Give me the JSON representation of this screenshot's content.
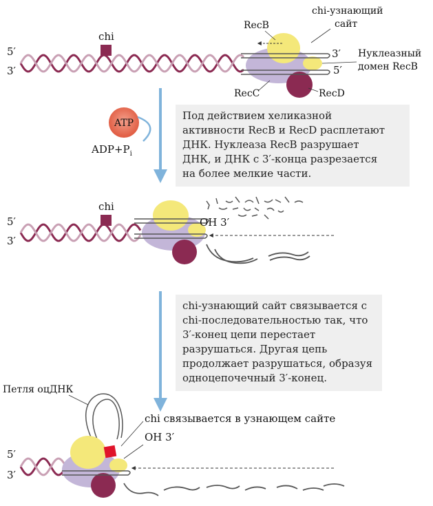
{
  "labels": {
    "five_prime": "5′",
    "three_prime": "3′",
    "chi": "chi",
    "recb": "RecB",
    "recc": "RecC",
    "recd": "RecD",
    "chi_site_line1": "chi-узнающий",
    "chi_site_line2": "сайт",
    "nuclease_line1": "Нуклеазный",
    "nuclease_line2": "домен RecB",
    "atp": "ATP",
    "adp": "ADP+P",
    "adp_sub": "i",
    "oh3": "OH 3′",
    "loop": "Петля оцДНК",
    "chi_bound": "chi связывается в узнающем сайте"
  },
  "captions": {
    "step1": [
      "Под действием хеликазной",
      "активности RecB и RecD расплетают",
      "ДНК. Нуклеаза RecB разрушает",
      "ДНК, и ДНК с 3′-конца разрезается",
      "на более мелкие части."
    ],
    "step2": [
      "chi-узнающий сайт связывается с",
      "chi-последовательностью так, что",
      "3′-конец цепи перестает",
      "разрушаться. Другая цепь",
      "продолжает разрушаться, образуя",
      "одноцепочечный 3′-конец."
    ]
  },
  "colors": {
    "dna": "#8b2a52",
    "dna_light": "#c9a0b4",
    "arrow": "#7fb3db",
    "recb": "#f4e87a",
    "recc": "#c3b6d8",
    "recd": "#8b2a52",
    "chi": "#8b2a52",
    "chi_bound": "#e0142a",
    "atp": "#e86f55",
    "caption_bg": "#efefef"
  }
}
